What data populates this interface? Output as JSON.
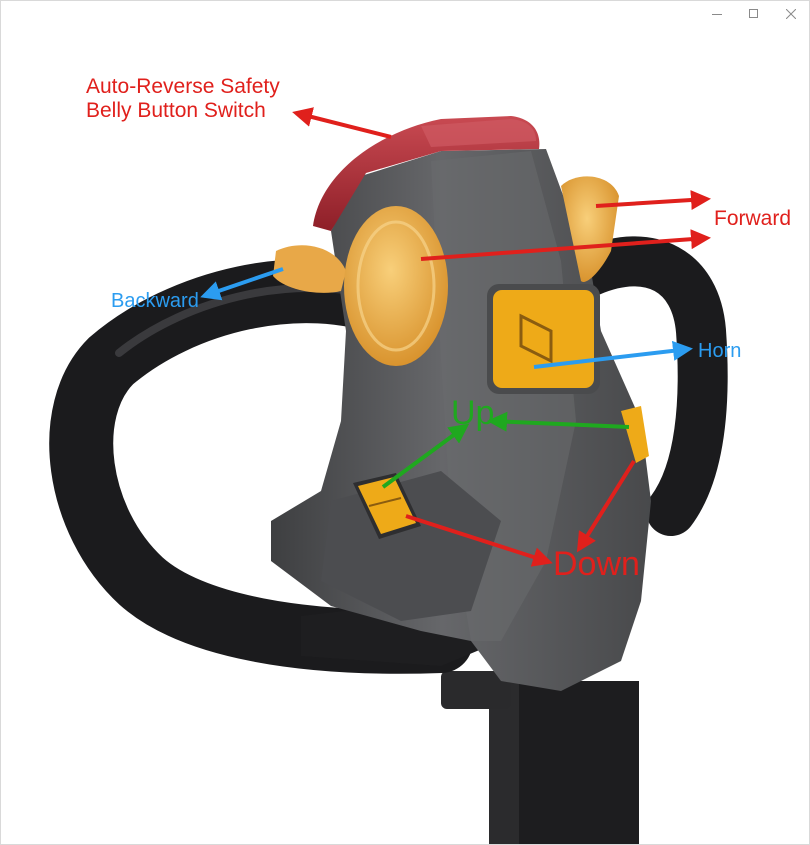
{
  "window": {
    "controls": {
      "minimize_icon": "minimize-icon",
      "maximize_icon": "maximize-icon",
      "close_icon": "close-icon"
    }
  },
  "labels": {
    "safety_line1": "Auto-Reverse Safety",
    "safety_line2": "Belly Button Switch",
    "forward": "Forward",
    "backward": "Backward",
    "horn": "Horn",
    "up": "Up",
    "down": "Down"
  },
  "colors": {
    "red": "#e0201c",
    "blue": "#2b9cf0",
    "green": "#1fa81f",
    "housing": "#5b5c5e",
    "grip": "#1c1c1e",
    "belly_button": "#b5303a",
    "thumb_wheel": "#e9a640",
    "button_yellow": "#eeaa18"
  }
}
